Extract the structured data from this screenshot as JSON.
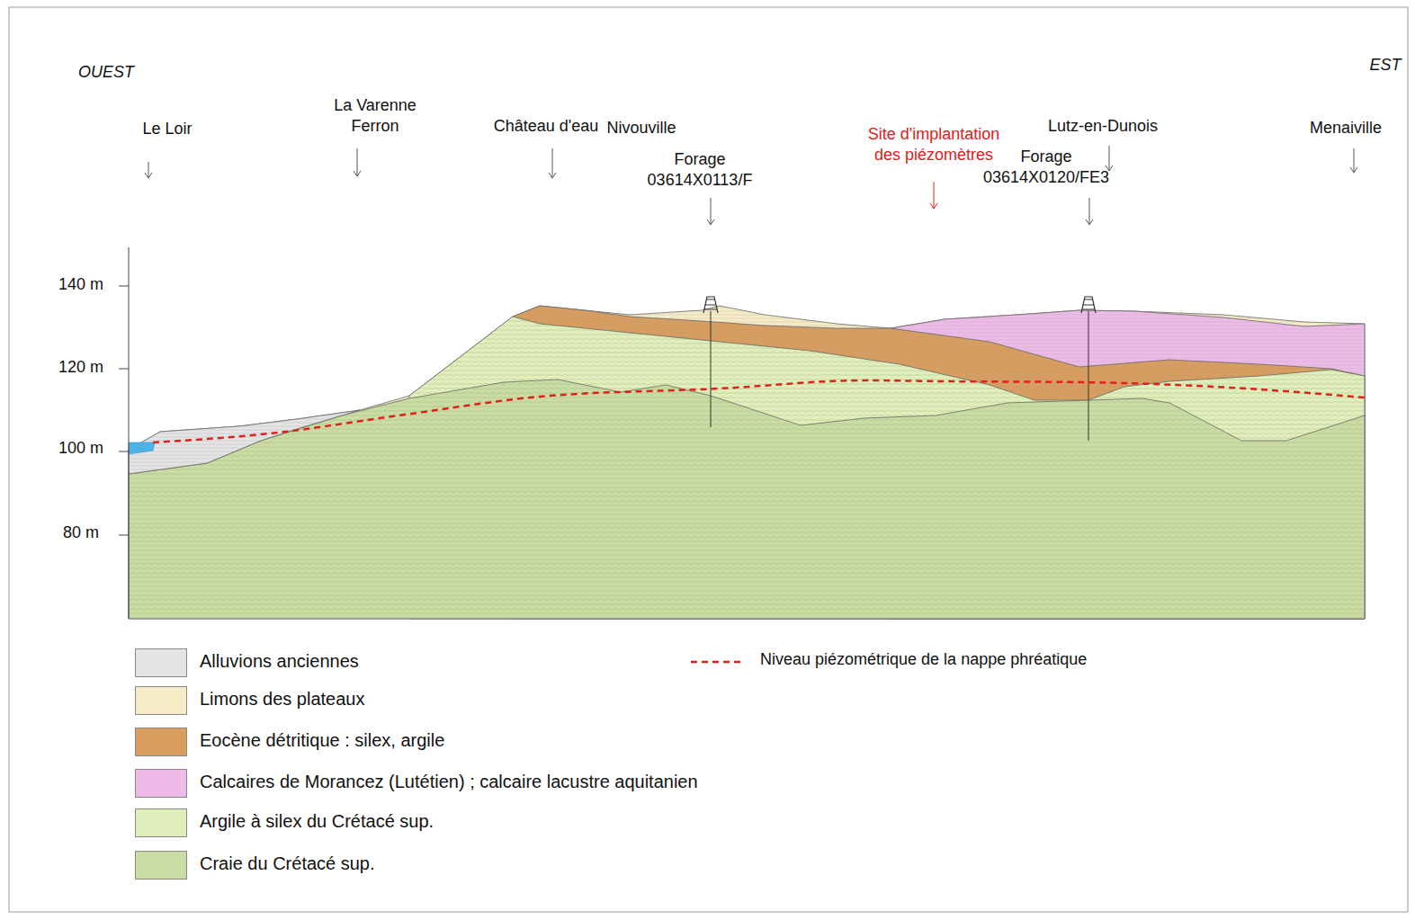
{
  "diagram": {
    "labels": [
      "OUEST",
      "EST",
      "Le Loir",
      "La Varenne Ferron",
      "Château d'eau",
      "Nivouville",
      "Forage 03614X0113/F",
      "Site d'implantation des piézomètres",
      "Lutz-en-Dunois",
      "Forage 03614X0120/FE3",
      "Menaiville",
      "140 m",
      "120 m",
      "100 m",
      "80 m"
    ],
    "legend": [
      {
        "text": "Alluvions anciennes",
        "color": "#e4e4e4"
      },
      {
        "text": "Limons des plateaux",
        "color": "#f5ebc6"
      },
      {
        "text": "Eocène détritique : silex, argile",
        "color": "#d99d5e"
      },
      {
        "text": "Calcaires de Morancez (Lutétien) ; calcaire lacustre aquitanien",
        "color": "#eebbe8"
      },
      {
        "text": "Argile à silex du Crétacé sup.",
        "color": "#dfeebb"
      },
      {
        "text": "Craie du Crétacé sup.",
        "color": "#cadca4"
      },
      {
        "text": "Niveau piézométrique de la nappe phréatique"
      }
    ]
  }
}
